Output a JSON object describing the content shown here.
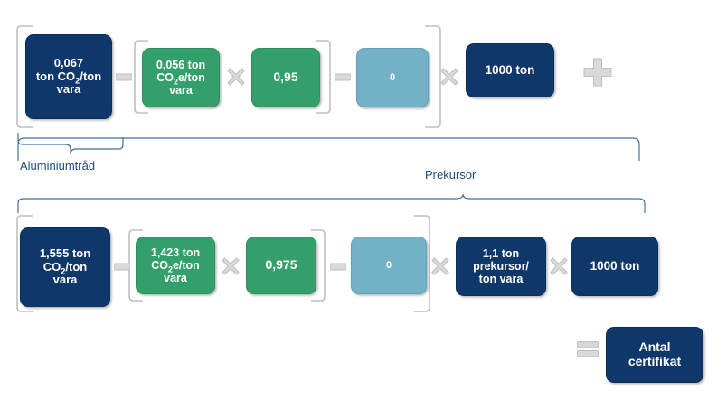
{
  "diagram": {
    "title_visible": false,
    "colors": {
      "navy": "#10376a",
      "green": "#33a06b",
      "light_blue": "#72b1c6",
      "operator_grey": "#d9d9d9",
      "bracket_grey": "#bfbfbf",
      "brace_blue": "#41719c",
      "label_blue": "#1f4e79"
    },
    "rows": [
      {
        "id": "row-aluminiumtrad",
        "nodes": [
          {
            "name": "emission-factor-box",
            "color": "navy",
            "line1": "0,067",
            "line2": "ton CO2/ton",
            "line3": "vara",
            "sub_digit": "2",
            "sub_in": "line2"
          },
          {
            "name": "reference-factor-box",
            "color": "green",
            "line1": "0,056 ton",
            "line2": "CO2e/ton",
            "line3": "vara",
            "sub_digit": "2",
            "sub_in": "line2"
          },
          {
            "name": "benchmark-multiplier-box",
            "color": "green",
            "line1": "0,95",
            "line2": "",
            "line3": ""
          },
          {
            "name": "zero-value-box",
            "color": "lblue",
            "line1": "0",
            "line2": "",
            "line3": ""
          },
          {
            "name": "quantity-box",
            "color": "navy",
            "line1": "1000 ton",
            "line2": "",
            "line3": ""
          }
        ],
        "operators": [
          "minus",
          "times",
          "minus",
          "times"
        ],
        "trailing_operator": "plus",
        "brace_label": "Aluminiumtråd"
      },
      {
        "id": "row-prekursor",
        "nodes": [
          {
            "name": "emission-factor-box",
            "color": "navy",
            "line1": "1,555 ton",
            "line2": "CO2/ton",
            "line3": "vara",
            "sub_digit": "2",
            "sub_in": "line2"
          },
          {
            "name": "reference-factor-box",
            "color": "green",
            "line1": "1,423 ton",
            "line2": "CO2e/ton",
            "line3": "vara",
            "sub_digit": "2",
            "sub_in": "line2"
          },
          {
            "name": "benchmark-multiplier-box",
            "color": "green",
            "line1": "0,975",
            "line2": "",
            "line3": ""
          },
          {
            "name": "zero-value-box",
            "color": "lblue",
            "line1": "0",
            "line2": "",
            "line3": ""
          },
          {
            "name": "precursor-ratio-box",
            "color": "navy",
            "line1": "1,1 ton",
            "line2": "prekursor/",
            "line3": "ton vara"
          },
          {
            "name": "quantity-box",
            "color": "navy",
            "line1": "1000 ton",
            "line2": "",
            "line3": ""
          }
        ],
        "operators": [
          "minus",
          "times",
          "minus",
          "times",
          "times"
        ],
        "brace_label": "Prekursor"
      }
    ],
    "result": {
      "operator": "equals",
      "box": {
        "name": "result-box",
        "color": "navy",
        "line1": "Antal",
        "line2": "certifikat",
        "line3": ""
      }
    },
    "operator_glyphs": {
      "minus": "minus-icon",
      "times": "times-icon",
      "plus": "plus-icon",
      "equals": "equals-icon"
    }
  }
}
